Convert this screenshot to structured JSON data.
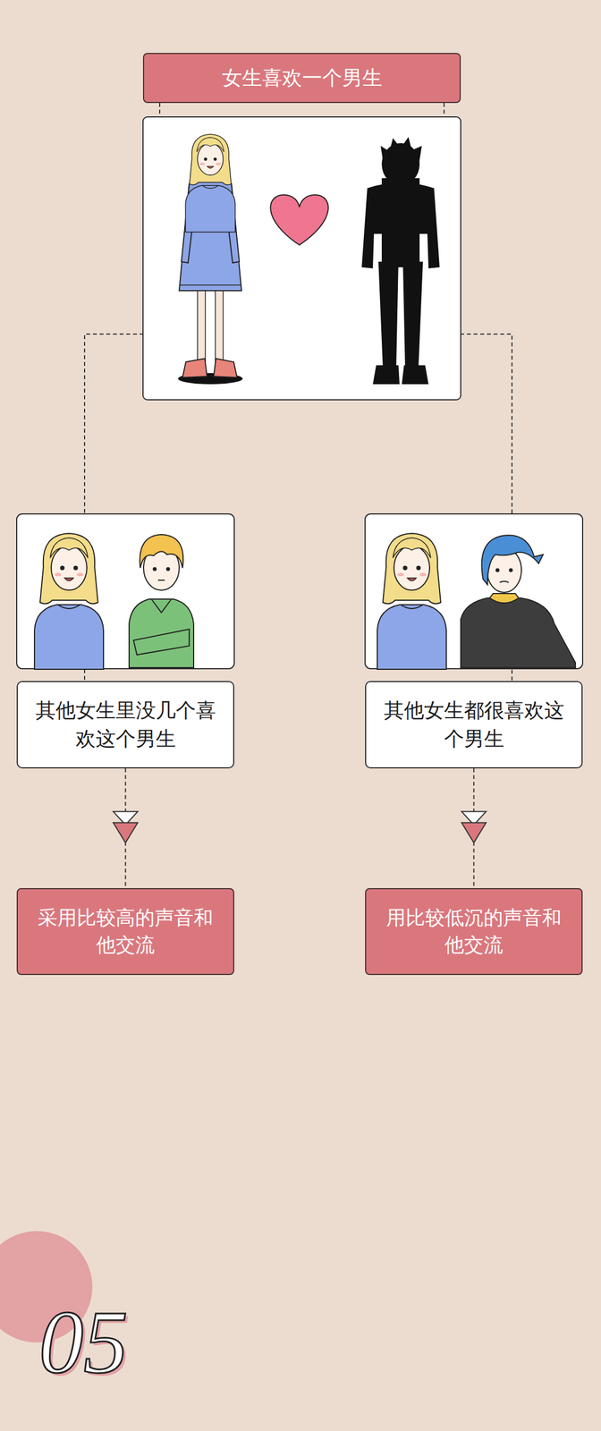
{
  "diagram": {
    "nodes": [
      {
        "text": [
          "女生喜欢一个男生"
        ]
      },
      {
        "text": [
          "其他女生里没几个喜欢这个男生"
        ]
      },
      {
        "text": [
          "其他女生都很喜欢这个男生"
        ]
      },
      {
        "text": [
          "采用比较高的声音和他交流"
        ]
      },
      {
        "text": [
          "用比较低沉的声音和他交流"
        ]
      }
    ],
    "edges": [
      {
        "from": 0,
        "to": 1,
        "arrow": "none"
      },
      {
        "from": 0,
        "to": 2,
        "arrow": "none"
      },
      {
        "from": 1,
        "to": 3,
        "arrow": "to"
      },
      {
        "from": 2,
        "to": 4,
        "arrow": "to"
      }
    ],
    "labels": [
      "05"
    ]
  }
}
